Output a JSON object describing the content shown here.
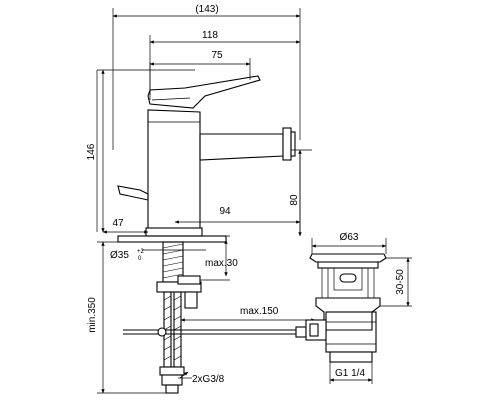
{
  "dimensions": {
    "overall_width": "(143)",
    "lever_to_spout": "118",
    "lever_length": "75",
    "height_total": "146",
    "body_depth": "47",
    "spout_reach": "94",
    "spout_height": "80",
    "base_diameter": "Ø35",
    "base_diameter_tol": "+2",
    "base_diameter_tol_low": "0",
    "max_deck": "max.30",
    "min_hose": "min.350",
    "max_rod": "max.150",
    "hose_thread": "2xG3/8",
    "waste_diameter": "Ø63",
    "waste_height": "30-50",
    "waste_thread": "G1 1/4"
  }
}
